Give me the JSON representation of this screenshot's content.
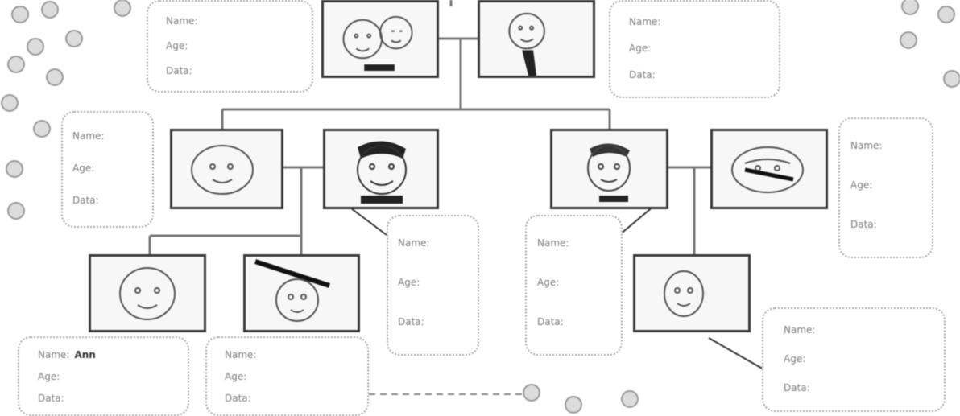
{
  "tree": {
    "fields": {
      "name": "Name:",
      "age": "Age:",
      "data": "Data:"
    },
    "cards": [
      {
        "id": "grandparent-1",
        "name": "",
        "age": "",
        "data": ""
      },
      {
        "id": "grandparent-2",
        "name": "",
        "age": "",
        "data": ""
      },
      {
        "id": "parent-left",
        "name": "",
        "age": "",
        "data": ""
      },
      {
        "id": "parent-middle",
        "name": "",
        "age": "",
        "data": ""
      },
      {
        "id": "parent-right",
        "name": "",
        "age": "",
        "data": ""
      },
      {
        "id": "spouse-right",
        "name": "",
        "age": "",
        "data": ""
      },
      {
        "id": "child-1",
        "name": "Ann",
        "age": "",
        "data": ""
      },
      {
        "id": "child-2",
        "name": "",
        "age": "",
        "data": ""
      },
      {
        "id": "child-3",
        "name": "",
        "age": "",
        "data": ""
      }
    ]
  },
  "colors": {
    "line": "#777777",
    "frame": "#3b3b3b",
    "bubble_border": "#a9a9a9",
    "decor": "#bcbcbc"
  }
}
